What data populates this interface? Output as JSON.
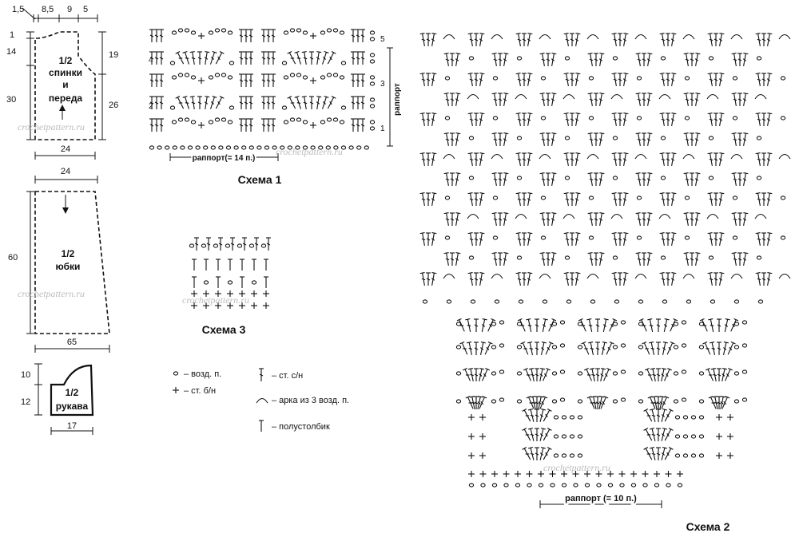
{
  "watermark": "crochetpattern.ru",
  "pattern_pieces": {
    "bodice": {
      "label_1": "1/2",
      "label_2": "спинки",
      "label_3": "и",
      "label_4": "переда",
      "top_dims": [
        "1,5",
        "8,5",
        "9",
        "5"
      ],
      "left_dims": [
        "1",
        "14",
        "30"
      ],
      "right_dims": [
        "19",
        "26"
      ],
      "bottom_dim": "24"
    },
    "skirt": {
      "label_1": "1/2",
      "label_2": "юбки",
      "top_dim": "24",
      "left_dim": "60",
      "bottom_dim": "65"
    },
    "sleeve": {
      "label_1": "1/2",
      "label_2": "рукава",
      "left_dims": [
        "10",
        "12"
      ],
      "bottom_dim": "17"
    }
  },
  "scheme1": {
    "title": "Схема 1",
    "repeat_label": "раппорт(= 14 п.)",
    "side_repeat_label": "раппорт",
    "row_numbers_right": [
      "5",
      "3",
      "1"
    ],
    "row_numbers_left": [
      "4",
      "2"
    ]
  },
  "scheme2": {
    "title": "Схема 2",
    "repeat_label": "раппорт (= 10 п.)"
  },
  "scheme3": {
    "title": "Схема 3"
  },
  "legend": {
    "items": [
      {
        "symbol": "chain-icon",
        "text": "– возд. п."
      },
      {
        "symbol": "single-crochet-icon",
        "text": "– ст. б/н"
      },
      {
        "symbol": "double-crochet-icon",
        "text": "– ст. с/н"
      },
      {
        "symbol": "arch-icon",
        "text": "– арка из 3 возд. п."
      },
      {
        "symbol": "half-double-crochet-icon",
        "text": "– полустолбик"
      }
    ]
  }
}
